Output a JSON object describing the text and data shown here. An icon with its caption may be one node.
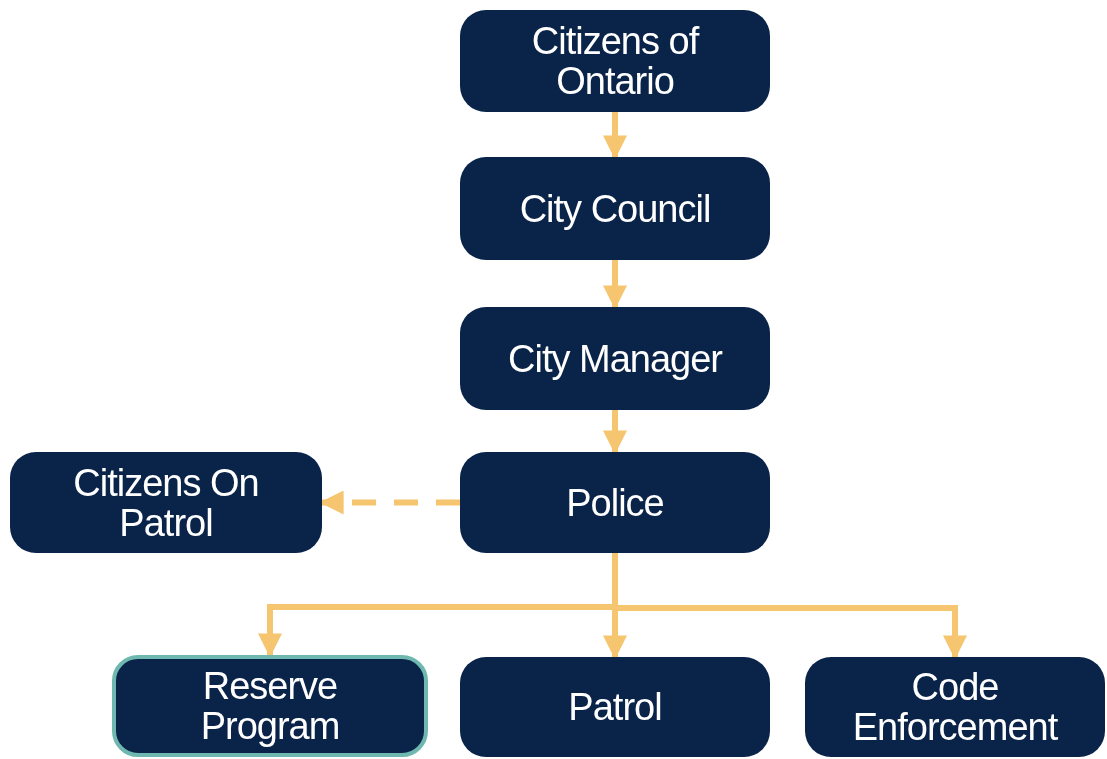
{
  "diagram": {
    "nodes": [
      {
        "text": [
          "Citizens of Ontario"
        ]
      },
      {
        "text": [
          "City Council"
        ]
      },
      {
        "text": [
          "City Manager"
        ]
      },
      {
        "text": [
          "Police"
        ]
      },
      {
        "text": [
          "Citizens On Patrol"
        ]
      },
      {
        "text": [
          "Reserve Program"
        ]
      },
      {
        "text": [
          "Patrol"
        ]
      },
      {
        "text": [
          "Code Enforcement"
        ]
      }
    ],
    "edges": [
      {
        "from": 0,
        "to": 1,
        "arrow": "to"
      },
      {
        "from": 1,
        "to": 2,
        "arrow": "to"
      },
      {
        "from": 2,
        "to": 3,
        "arrow": "to"
      },
      {
        "from": 3,
        "to": 4,
        "arrow": "to",
        "style": "dashed"
      },
      {
        "from": 3,
        "to": 5,
        "arrow": "to"
      },
      {
        "from": 3,
        "to": 6,
        "arrow": "to"
      },
      {
        "from": 3,
        "to": 7,
        "arrow": "to"
      }
    ]
  }
}
